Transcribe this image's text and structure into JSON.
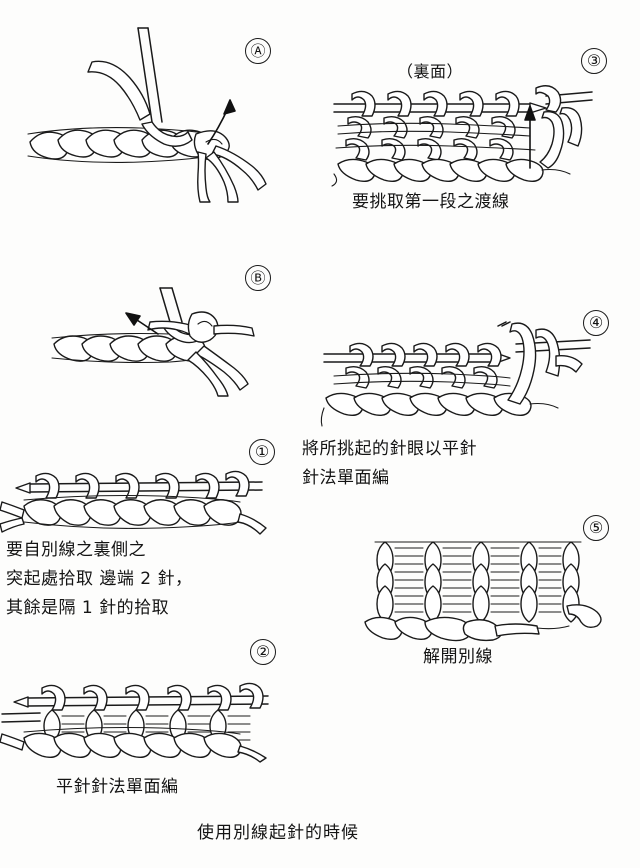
{
  "document": {
    "title": "使用別線起針的時候",
    "language": "zh-Hant",
    "type": "knitting-instruction-diagram",
    "bottom_caption": "使用別線起針的時候"
  },
  "panels": [
    {
      "id": "A",
      "marker": "Ⓐ",
      "marker_kind": "letter",
      "caption": "",
      "illustration": "crochet-chain-with-hook-and-up-arrow"
    },
    {
      "id": "3",
      "marker": "③",
      "marker_kind": "number",
      "side_label": "（裏面）",
      "caption": "要挑取第一段之渡線",
      "illustration": "knitted-fabric-on-needle-with-up-arrow"
    },
    {
      "id": "B",
      "marker": "Ⓑ",
      "marker_kind": "letter",
      "caption": "",
      "illustration": "crochet-chain-with-hook-and-left-arrow"
    },
    {
      "id": "4",
      "marker": "④",
      "marker_kind": "number",
      "caption_lines": [
        "將所挑起的針眼以平針",
        "針法單面編"
      ],
      "illustration": "picked-up-stitches-on-needle"
    },
    {
      "id": "1",
      "marker": "①",
      "marker_kind": "number",
      "caption_lines": [
        "要自別線之裏側之",
        "突起處拾取 邊端 2 針，",
        "其餘是隔 1 針的拾取"
      ],
      "illustration": "stitches-picked-up-from-chain"
    },
    {
      "id": "5",
      "marker": "⑤",
      "marker_kind": "number",
      "caption": "解開別線",
      "illustration": "stockinette-fabric-with-waste-yarn-unravelled"
    },
    {
      "id": "2",
      "marker": "②",
      "marker_kind": "number",
      "caption": "平針針法單面編",
      "illustration": "one-row-stockinette-over-chain"
    }
  ],
  "colors": {
    "ink": "#1a1a1a",
    "paper": "#fdfdfc",
    "arrow": "#111111"
  }
}
